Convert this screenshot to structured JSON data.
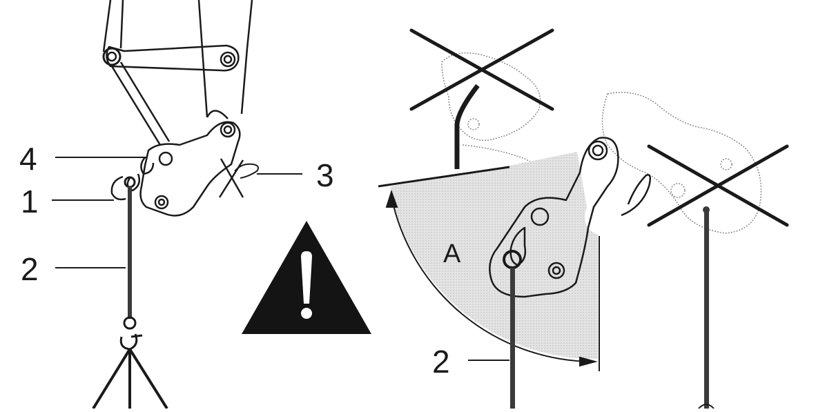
{
  "callouts": {
    "c1": "1",
    "c2_left": "2",
    "c3": "3",
    "c4": "4",
    "c2_right": "2"
  },
  "angle_label": "A",
  "icons": {
    "warning": "warning-triangle-icon",
    "forbidden": "cross-out-icon"
  },
  "colors": {
    "ink": "#1a1a1a",
    "shade": "#d9d9d9"
  }
}
